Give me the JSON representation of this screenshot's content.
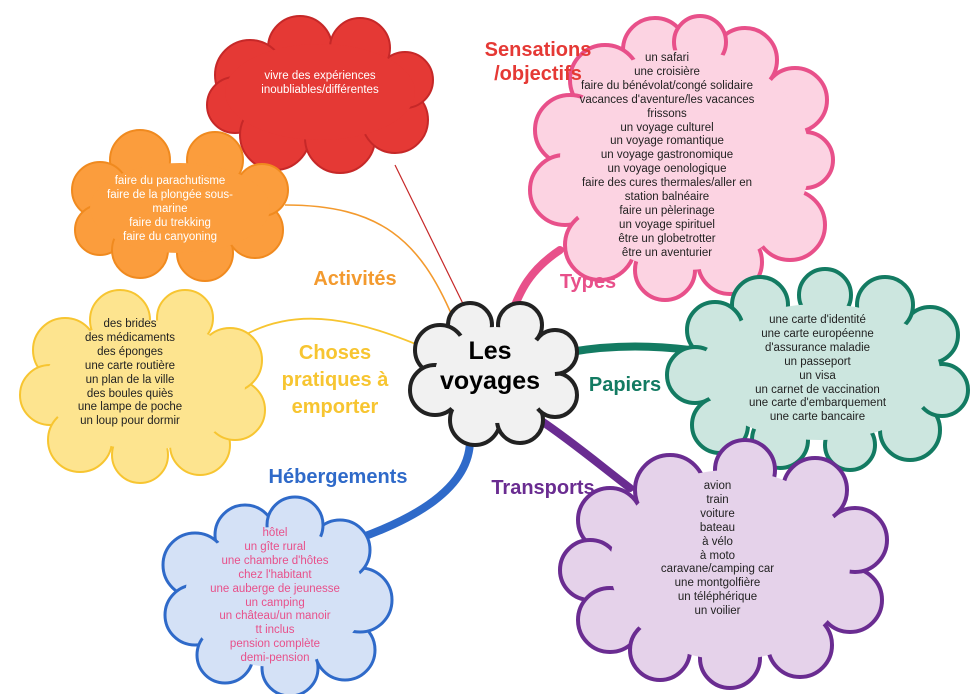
{
  "center": {
    "line1": "Les",
    "line2": "voyages"
  },
  "colors": {
    "sensations": "#e53935",
    "activites": "#fb9d3d",
    "choses": "#f7c531",
    "hebergements": "#2f6ac9",
    "types": "#e8508a",
    "papiers": "#137b62",
    "transports": "#6a2c91"
  },
  "branches": {
    "sensations": {
      "label_line1": "Sensations",
      "label_line2": "/objectifs",
      "items": [
        "vivre des expériences",
        "inoubliables/différentes"
      ]
    },
    "activites": {
      "label": "Activités",
      "items": [
        "faire du parachutisme",
        "faire de la plongée sous-",
        "marine",
        "faire du trekking",
        "faire du canyoning"
      ]
    },
    "choses": {
      "label_line1": "Choses",
      "label_line2": "pratiques à",
      "label_line3": "emporter",
      "items": [
        "des brides",
        "des médicaments",
        "des éponges",
        "une carte routière",
        "un plan de la ville",
        "des boules quiès",
        "une lampe de poche",
        "un  loup pour dormir"
      ]
    },
    "hebergements": {
      "label": "Hébergements",
      "items": [
        "hôtel",
        "un gîte rural",
        "une chambre d'hôtes",
        "chez l'habitant",
        "une auberge de jeunesse",
        "un camping",
        "un château/un manoir",
        "tt inclus",
        "pension complète",
        "demi-pension"
      ]
    },
    "types": {
      "label": "Types",
      "items": [
        "un safari",
        "une croisière",
        "faire du bénévolat/congé solidaire",
        "vacances d'aventure/les vacances",
        "frissons",
        "un voyage culturel",
        "un voyage romantique",
        "un voyage gastronomique",
        "un voyage oenologique",
        "faire des cures thermales/aller en",
        "station balnéaire",
        "faire un pèlerinage",
        "un voyage spirituel",
        "être un globetrotter",
        "être un aventurier"
      ]
    },
    "papiers": {
      "label": "Papiers",
      "items": [
        "une carte d'identité",
        "une carte européenne",
        "d'assurance maladie",
        "un passeport",
        "un visa",
        "un carnet de vaccination",
        "une carte d'embarquement",
        "une carte bancaire"
      ]
    },
    "transports": {
      "label": "Transports",
      "items": [
        "avion",
        "train",
        "voiture",
        "bateau",
        "à vélo",
        "à moto",
        "caravane/camping car",
        "une montgolfière",
        "un téléphérique",
        "un voilier"
      ]
    }
  }
}
